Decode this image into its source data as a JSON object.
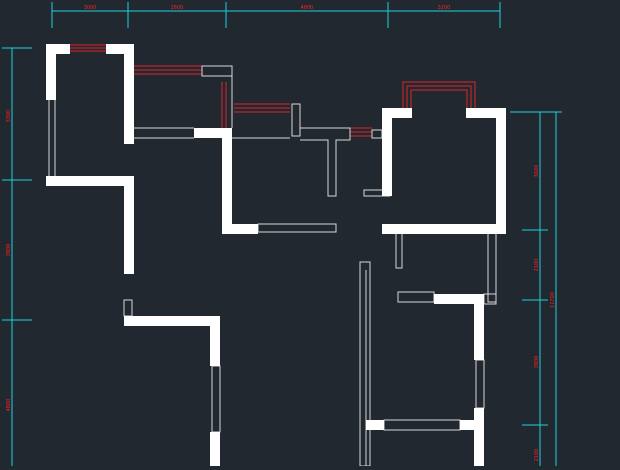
{
  "colors": {
    "background": "#212830",
    "wall": "#ffffff",
    "thin_line": "#d8d8d8",
    "dimension": "#19d3e0",
    "dimension_text": "#ff2020",
    "window": "#e0242a"
  },
  "dimensions": {
    "top": [
      "3000",
      "2600",
      "4800",
      "3200"
    ],
    "left": [
      "3300",
      "3900",
      "4800"
    ],
    "right_inner": [
      "3600",
      "2100",
      "3900",
      "2100"
    ],
    "right_outer": [
      "11700"
    ]
  }
}
